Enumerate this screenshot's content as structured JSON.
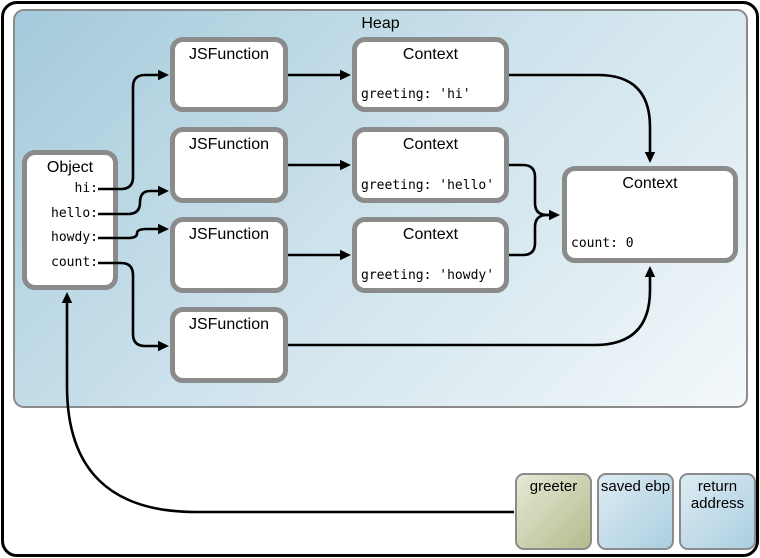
{
  "heap": {
    "label": "Heap"
  },
  "object": {
    "title": "Object",
    "fields": [
      {
        "label": "hi:"
      },
      {
        "label": "hello:"
      },
      {
        "label": "howdy:"
      },
      {
        "label": "count:"
      }
    ]
  },
  "jsfunctions": [
    {
      "title": "JSFunction"
    },
    {
      "title": "JSFunction"
    },
    {
      "title": "JSFunction"
    },
    {
      "title": "JSFunction"
    }
  ],
  "contexts": [
    {
      "title": "Context",
      "body": "greeting: 'hi'"
    },
    {
      "title": "Context",
      "body": "greeting: 'hello'"
    },
    {
      "title": "Context",
      "body": "greeting: 'howdy'"
    }
  ],
  "main_context": {
    "title": "Context",
    "body": "count: 0"
  },
  "stack": {
    "frames": [
      {
        "label": "greeter"
      },
      {
        "label": "saved ebp"
      },
      {
        "label": "return address"
      }
    ]
  },
  "colors": {
    "heap_gradient_start": "#a4cadb",
    "heap_gradient_end": "#f3f8fa",
    "node_border": "#8b8b8b",
    "arrow": "#000000",
    "greeter_start": "#e6e9d6",
    "greeter_end": "#b2bc8c",
    "stack_blue_start": "#ddebf3",
    "stack_blue_end": "#aacfe0",
    "outer_border": "#000000"
  }
}
